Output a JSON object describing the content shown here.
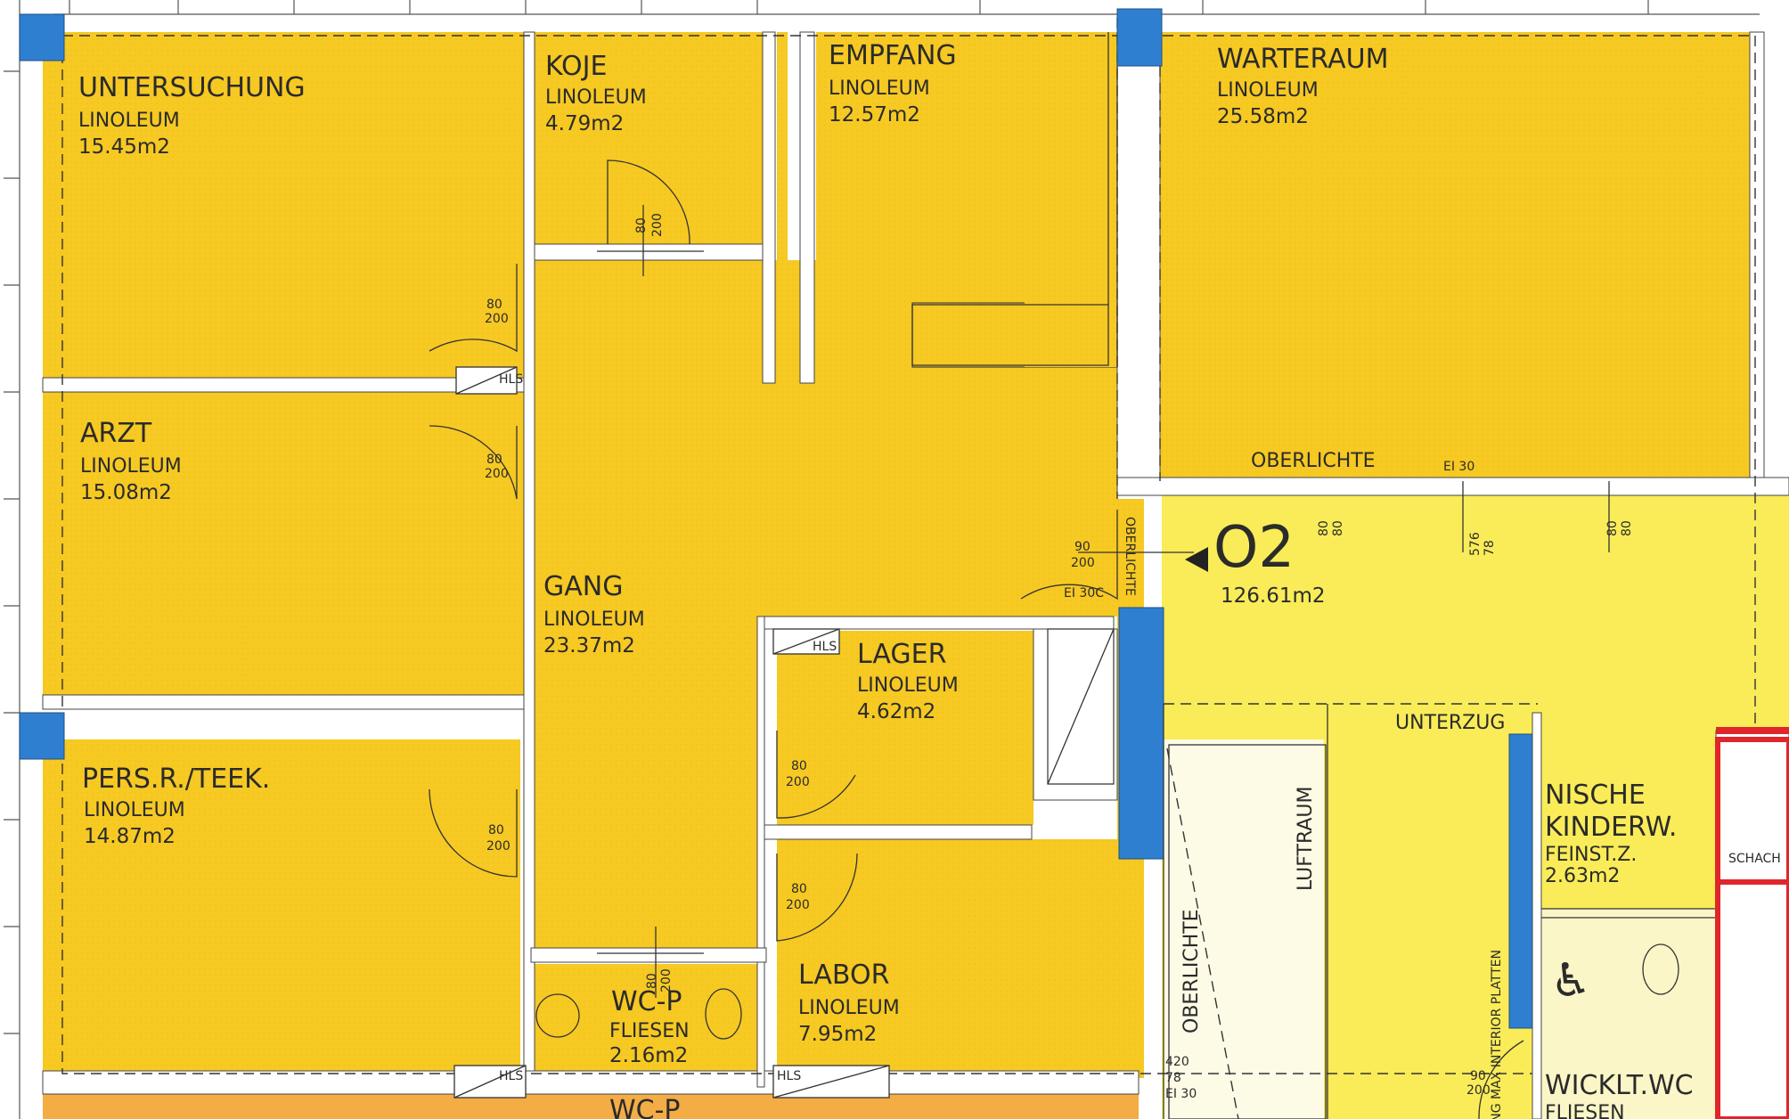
{
  "rooms": {
    "untersuchung": {
      "name": "UNTERSUCHUNG",
      "floor": "LINOLEUM",
      "area": "15.45m2"
    },
    "koje": {
      "name": "KOJE",
      "floor": "LINOLEUM",
      "area": "4.79m2"
    },
    "empfang": {
      "name": "EMPFANG",
      "floor": "LINOLEUM",
      "area": "12.57m2"
    },
    "warteraum": {
      "name": "WARTERAUM",
      "floor": "LINOLEUM",
      "area": "25.58m2"
    },
    "arzt": {
      "name": "ARZT",
      "floor": "LINOLEUM",
      "area": "15.08m2"
    },
    "gang": {
      "name": "GANG",
      "floor": "LINOLEUM",
      "area": "23.37m2"
    },
    "lager": {
      "name": "LAGER",
      "floor": "LINOLEUM",
      "area": "4.62m2"
    },
    "pers": {
      "name": "PERS.R./TEEK.",
      "floor": "LINOLEUM",
      "area": "14.87m2"
    },
    "labor": {
      "name": "LABOR",
      "floor": "LINOLEUM",
      "area": "7.95m2"
    },
    "wcp": {
      "name": "WC-P",
      "floor": "FLIESEN",
      "area": "2.16m2"
    },
    "wcp_lower": {
      "name": "WC-P"
    },
    "nische": {
      "name1": "NISCHE",
      "name2": "KINDERW.",
      "floor": "FEINST.Z.",
      "area": "2.63m2"
    },
    "wickelt": {
      "name": "WICKLT.WC",
      "floor": "FLIESEN"
    },
    "unit": {
      "id": "O2",
      "area": "126.61m2"
    }
  },
  "labels": {
    "oberlichte_top": "OBERLICHTE",
    "ei30_top": "EI 30",
    "oberlichte_vertical": "OBERLICHTE",
    "oberlichte_small": "OBERLICHTE",
    "ei30c": "EI 30C",
    "unterzug": "UNTERZUG",
    "luftraum": "LUFTRAUM",
    "hls": "HLS",
    "schacht": "SCHACH",
    "platten": "UNG MAX INTERIOR PLATTEN",
    "dim_420": "420",
    "dim_78": "78",
    "dim_ei30": "EI 30",
    "dim_576": "576",
    "dim_78b": "78"
  },
  "doors": {
    "d80": "80",
    "d90": "90",
    "d200": "200"
  },
  "colors": {
    "room_yellow": "#f7cf1f",
    "unit_light_yellow": "#f9ec58",
    "corridor_orange": "#f4ac45",
    "column_blue": "#2f7fd0",
    "wall": "#ffffff",
    "red_wall": "#e0252b"
  }
}
